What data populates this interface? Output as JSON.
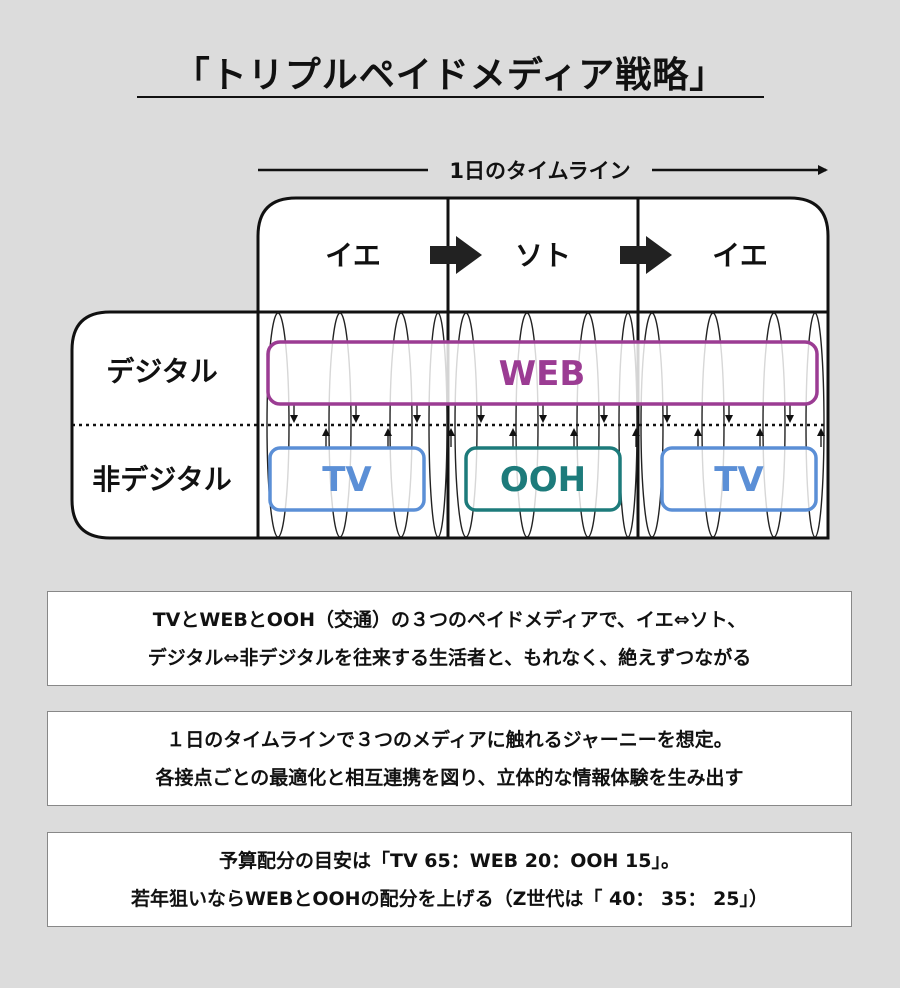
{
  "title": "「トリプルペイドメディア戦略」",
  "diagram": {
    "timeline_label": "1日のタイムライン",
    "columns": [
      "イエ",
      "ソト",
      "イエ"
    ],
    "rows": [
      "デジタル",
      "非デジタル"
    ],
    "digital_media": "WEB",
    "non_digital_media": [
      "TV",
      "OOH",
      "TV"
    ],
    "colors": {
      "web": "#9b3c93",
      "tv": "#5b8fd6",
      "ooh": "#1d7b7b"
    }
  },
  "notes": [
    {
      "line1": "TVとWEBとOOH（交通）の３つのペイドメディアで、イエ⇔ソト、",
      "line2": "デジタル⇔非デジタルを往来する生活者と、もれなく、絶えずつながる"
    },
    {
      "line1": "１日のタイムラインで３つのメディアに触れるジャーニーを想定。",
      "line2": "各接点ごとの最適化と相互連携を図り、立体的な情報体験を生み出す"
    },
    {
      "line1": "予算配分の目安は「TV 65：WEB 20：OOH 15」。",
      "line2": "若年狙いならWEBとOOHの配分を上げる（Z世代は「 40： 35： 25」）"
    }
  ]
}
